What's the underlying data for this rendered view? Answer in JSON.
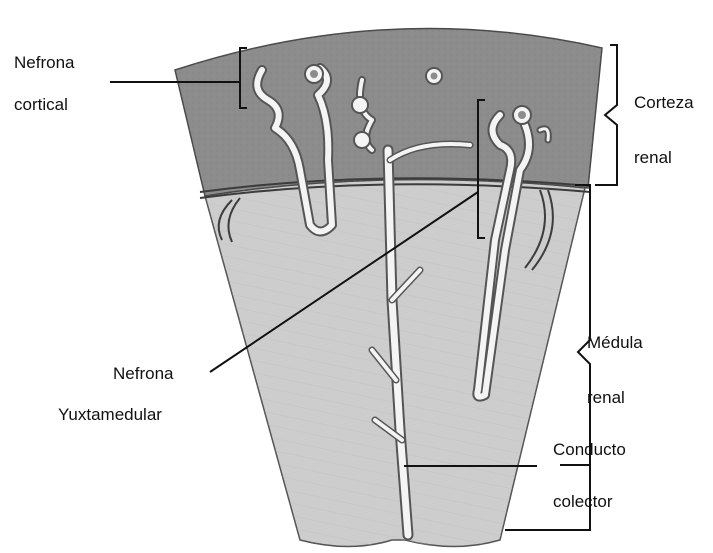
{
  "labels": {
    "nefrona_cortical": [
      "Nefrona",
      "cortical"
    ],
    "corteza_renal": [
      "Corteza",
      "renal"
    ],
    "nefrona_yuxtamedular": [
      "Nefrona",
      "Yuxtamedular"
    ],
    "medula_renal": [
      "Médula",
      "renal"
    ],
    "conducto_colector": [
      "Conducto",
      "colector"
    ]
  },
  "colors": {
    "cortex": "#8c8c8c",
    "medulla": "#cdcdcd",
    "tubule": "#f4f4f4",
    "outline": "#444444",
    "leader": "#222222"
  }
}
